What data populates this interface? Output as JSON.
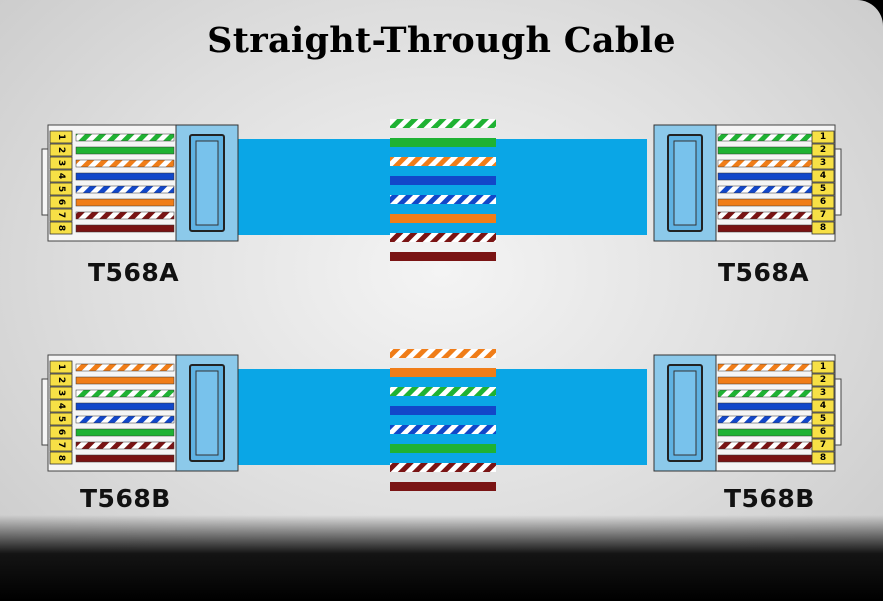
{
  "title": "Straight-Through Cable",
  "colors": {
    "cable": "#0aa6e6",
    "pin_yellow": "#f7e046",
    "green": "#1fb233",
    "orange": "#f07d18",
    "blue": "#1247c9",
    "brown": "#7a1414",
    "white": "#ffffff"
  },
  "cables": [
    {
      "id": "top",
      "left_label": "T568A",
      "right_label": "T568A",
      "pin_numbers": [
        "1",
        "2",
        "3",
        "4",
        "5",
        "6",
        "7",
        "8"
      ],
      "wires": [
        {
          "pin": "1",
          "color": "green",
          "striped": true
        },
        {
          "pin": "2",
          "color": "green",
          "striped": false
        },
        {
          "pin": "3",
          "color": "orange",
          "striped": true
        },
        {
          "pin": "4",
          "color": "blue",
          "striped": false
        },
        {
          "pin": "5",
          "color": "blue",
          "striped": true
        },
        {
          "pin": "6",
          "color": "orange",
          "striped": false
        },
        {
          "pin": "7",
          "color": "brown",
          "striped": true
        },
        {
          "pin": "8",
          "color": "brown",
          "striped": false
        }
      ]
    },
    {
      "id": "bottom",
      "left_label": "T568B",
      "right_label": "T568B",
      "pin_numbers": [
        "1",
        "2",
        "3",
        "4",
        "5",
        "6",
        "7",
        "8"
      ],
      "wires": [
        {
          "pin": "1",
          "color": "orange",
          "striped": true
        },
        {
          "pin": "2",
          "color": "orange",
          "striped": false
        },
        {
          "pin": "3",
          "color": "green",
          "striped": true
        },
        {
          "pin": "4",
          "color": "blue",
          "striped": false
        },
        {
          "pin": "5",
          "color": "blue",
          "striped": true
        },
        {
          "pin": "6",
          "color": "green",
          "striped": false
        },
        {
          "pin": "7",
          "color": "brown",
          "striped": true
        },
        {
          "pin": "8",
          "color": "brown",
          "striped": false
        }
      ]
    }
  ]
}
